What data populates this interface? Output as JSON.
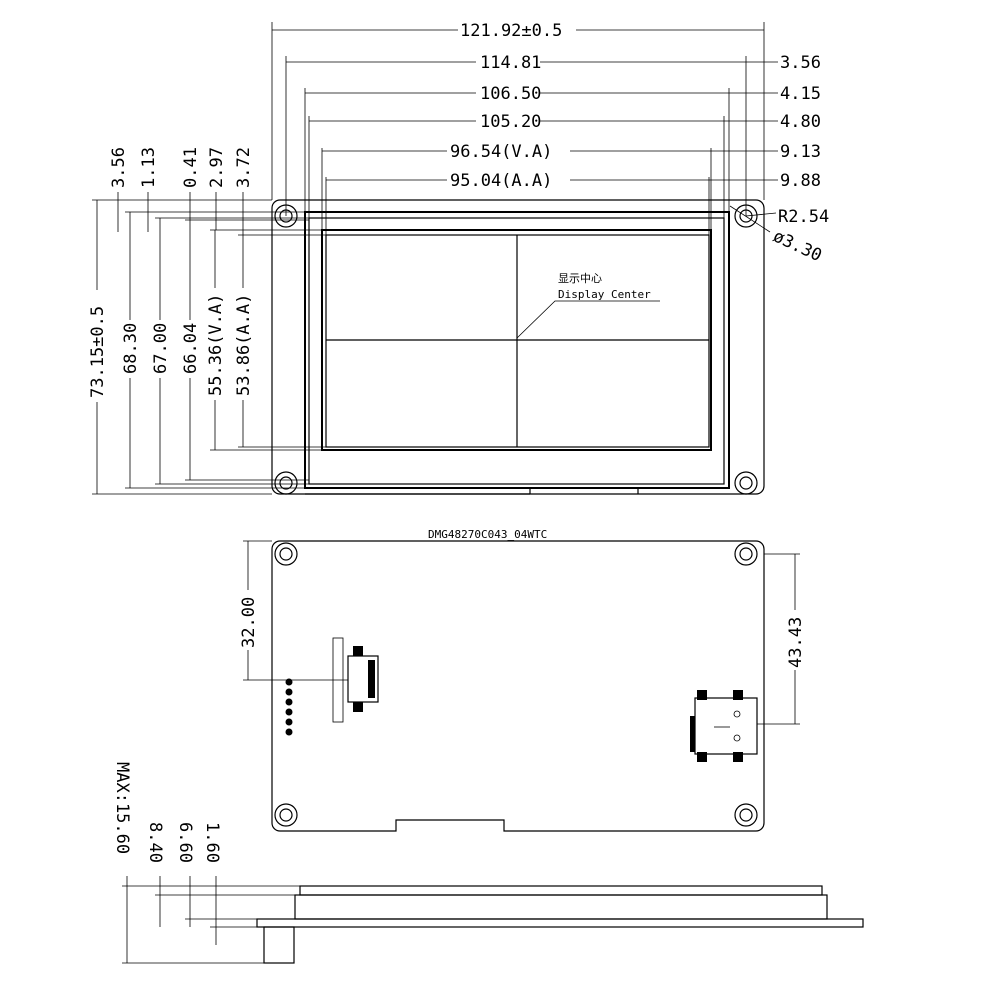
{
  "front_view": {
    "horizontal_dims": [
      {
        "text": "121.92±0.5",
        "side": "3.56"
      },
      {
        "text": "114.81",
        "side": "4.15"
      },
      {
        "text": "106.50",
        "side": "4.80"
      },
      {
        "text": "105.20",
        "side": "9.13"
      },
      {
        "text": "96.54(V.A)",
        "side": "9.88"
      },
      {
        "text": "95.04(A.A)",
        "side": ""
      }
    ],
    "left_top_small": [
      "3.56",
      "1.13",
      "0.41",
      "2.97",
      "3.72"
    ],
    "vertical_dims": [
      "73.15±0.5",
      "68.30",
      "67.00",
      "66.04",
      "55.36(V.A)",
      "53.86(A.A)"
    ],
    "radius_label": "R2.54",
    "hole_label": "ø3.30",
    "center_label_cn": "显示中心",
    "center_label_en": "Display Center"
  },
  "back_view": {
    "model": "DMG48270C043_04WTC",
    "dim_left": "32.00",
    "dim_right": "43.43"
  },
  "side_view": {
    "dims": [
      "MAX:15.60",
      "8.40",
      "6.60",
      "1.60"
    ]
  }
}
